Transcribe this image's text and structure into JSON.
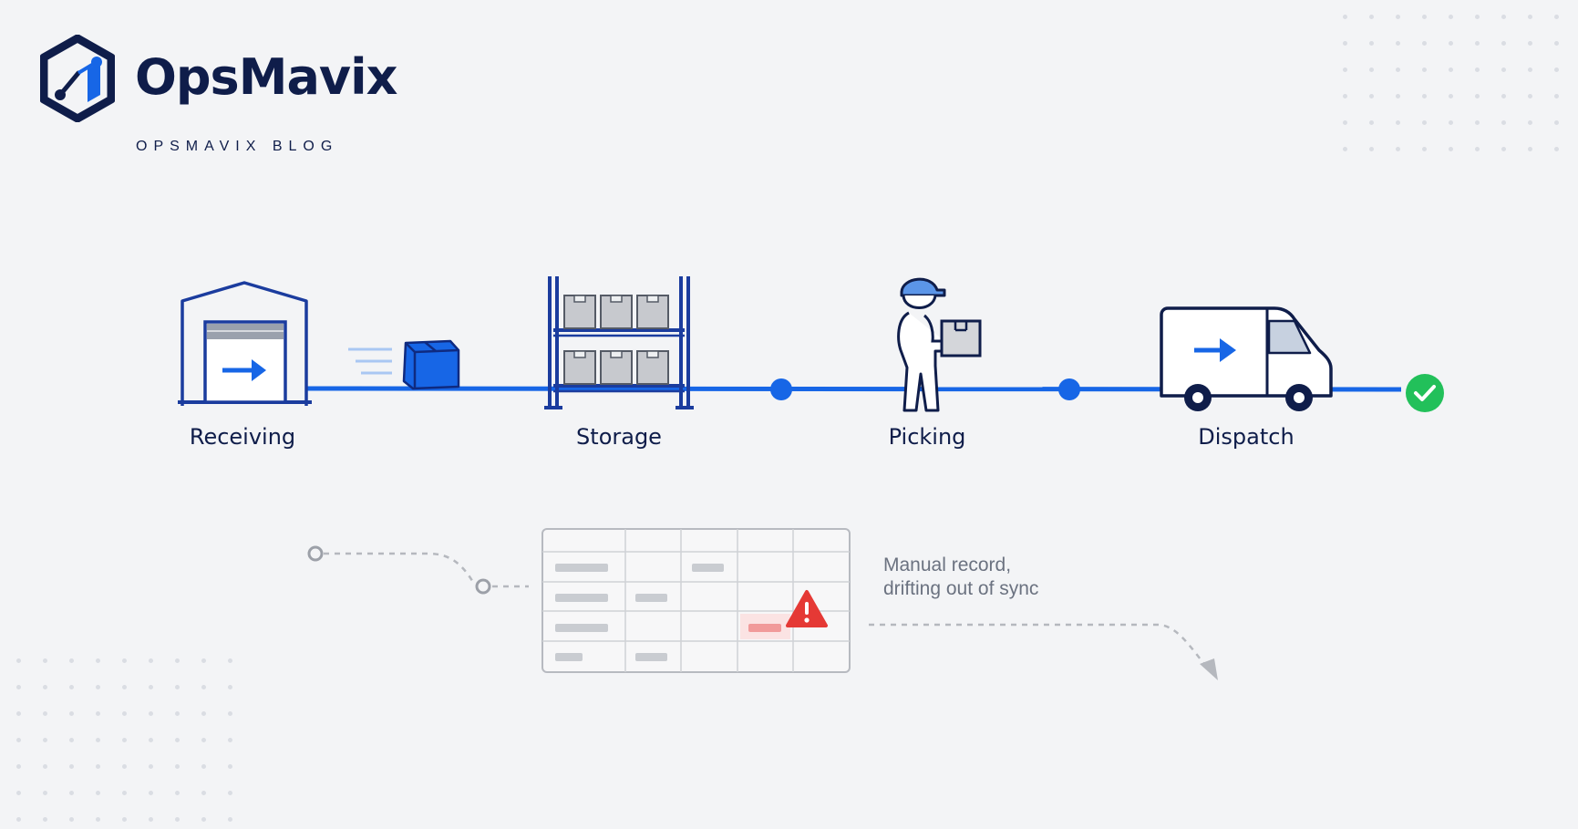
{
  "brand": {
    "name": "OpsMavix",
    "tagline": "OPSMAVIX BLOG"
  },
  "process": {
    "stages": [
      {
        "label": "Receiving",
        "icon": "warehouse-icon"
      },
      {
        "label": "Storage",
        "icon": "shelving-icon"
      },
      {
        "label": "Picking",
        "icon": "worker-icon"
      },
      {
        "label": "Dispatch",
        "icon": "delivery-van-icon"
      }
    ],
    "end_icon": "check-circle-icon"
  },
  "manual_record": {
    "note_line1": "Manual record,",
    "note_line2": "drifting out of sync",
    "icons": [
      "spreadsheet-icon",
      "warning-icon"
    ]
  },
  "colors": {
    "navy": "#0f1d4a",
    "accent_blue": "#1766e6",
    "success_green": "#22c05a",
    "warning_red": "#e53935",
    "muted_gray": "#b5b8be",
    "background": "#f3f4f6"
  }
}
